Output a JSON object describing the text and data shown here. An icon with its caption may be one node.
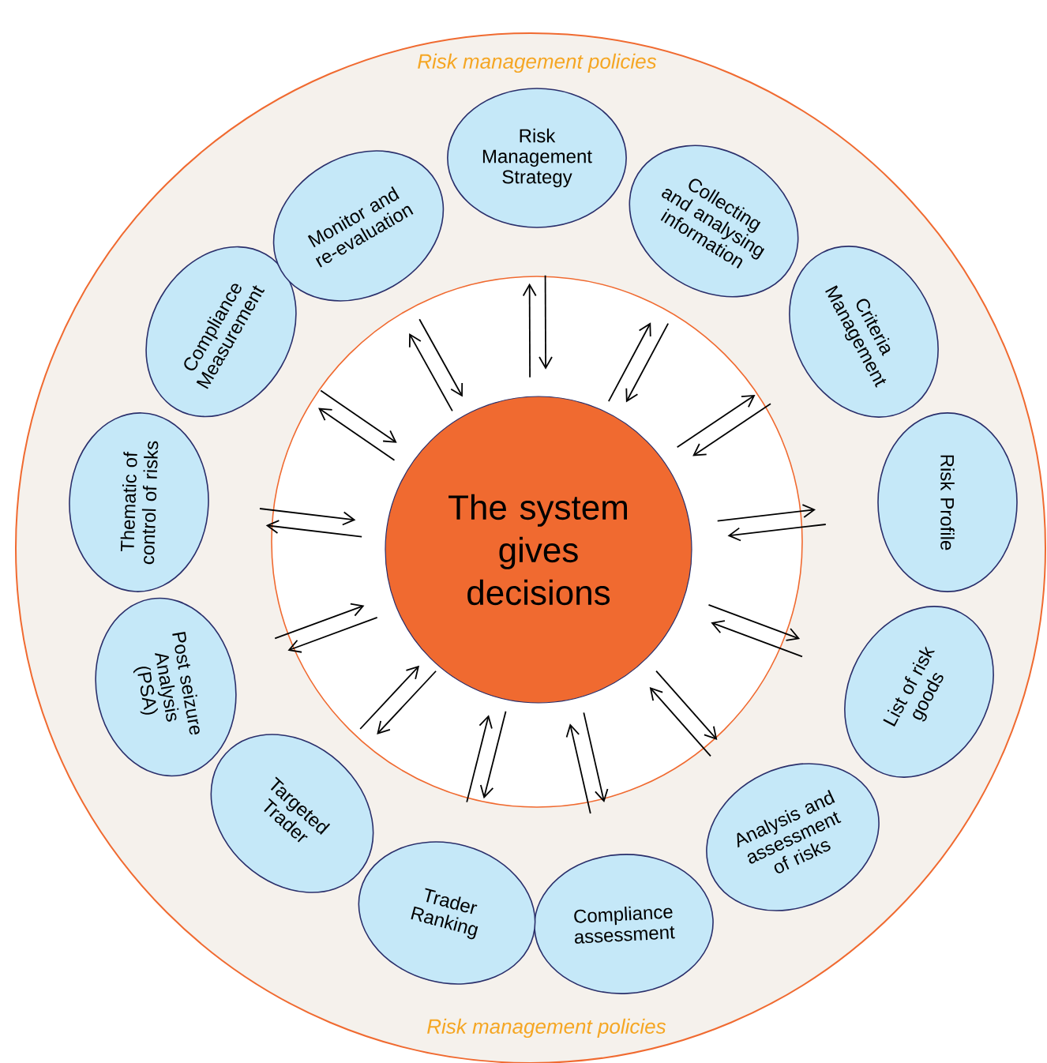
{
  "diagram": {
    "nodes": [
      {
        "text": [
          "The system gives decisions"
        ]
      },
      {
        "text": [
          "Risk Management Strategy"
        ]
      },
      {
        "text": [
          "Collecting and analysing information"
        ]
      },
      {
        "text": [
          "Criteria Management"
        ]
      },
      {
        "text": [
          "Risk Profile"
        ]
      },
      {
        "text": [
          "List of risk goods"
        ]
      },
      {
        "text": [
          "Analysis and assessment of risks"
        ]
      },
      {
        "text": [
          "Compliance assessment"
        ]
      },
      {
        "text": [
          "Trader Ranking"
        ]
      },
      {
        "text": [
          "Targeted Trader"
        ]
      },
      {
        "text": [
          "Post seizure Analysis (PSA)"
        ]
      },
      {
        "text": [
          "Thematic of control of risks"
        ]
      },
      {
        "text": [
          "Compliance Measurement"
        ]
      },
      {
        "text": [
          "Monitor and re-evaluation"
        ]
      }
    ],
    "edges": [
      {
        "from": 0,
        "to": 1,
        "arrow": "to"
      },
      {
        "from": 1,
        "to": 0,
        "arrow": "to"
      },
      {
        "from": 0,
        "to": 2,
        "arrow": "to"
      },
      {
        "from": 2,
        "to": 0,
        "arrow": "to"
      },
      {
        "from": 0,
        "to": 3,
        "arrow": "to"
      },
      {
        "from": 3,
        "to": 0,
        "arrow": "to"
      },
      {
        "from": 0,
        "to": 4,
        "arrow": "to"
      },
      {
        "from": 4,
        "to": 0,
        "arrow": "to"
      },
      {
        "from": 0,
        "to": 5,
        "arrow": "to"
      },
      {
        "from": 5,
        "to": 0,
        "arrow": "to"
      },
      {
        "from": 0,
        "to": 6,
        "arrow": "to"
      },
      {
        "from": 6,
        "to": 0,
        "arrow": "to"
      },
      {
        "from": 0,
        "to": 7,
        "arrow": "to"
      },
      {
        "from": 7,
        "to": 0,
        "arrow": "to"
      },
      {
        "from": 0,
        "to": 8,
        "arrow": "to"
      },
      {
        "from": 8,
        "to": 0,
        "arrow": "to"
      },
      {
        "from": 0,
        "to": 9,
        "arrow": "to"
      },
      {
        "from": 9,
        "to": 0,
        "arrow": "to"
      },
      {
        "from": 0,
        "to": 10,
        "arrow": "to"
      },
      {
        "from": 10,
        "to": 0,
        "arrow": "to"
      },
      {
        "from": 0,
        "to": 11,
        "arrow": "to"
      },
      {
        "from": 11,
        "to": 0,
        "arrow": "to"
      },
      {
        "from": 0,
        "to": 12,
        "arrow": "to"
      },
      {
        "from": 12,
        "to": 0,
        "arrow": "to"
      },
      {
        "from": 0,
        "to": 13,
        "arrow": "to"
      },
      {
        "from": 13,
        "to": 0,
        "arrow": "to"
      }
    ],
    "labels": [
      "Risk management policies",
      "Risk management policies"
    ]
  }
}
